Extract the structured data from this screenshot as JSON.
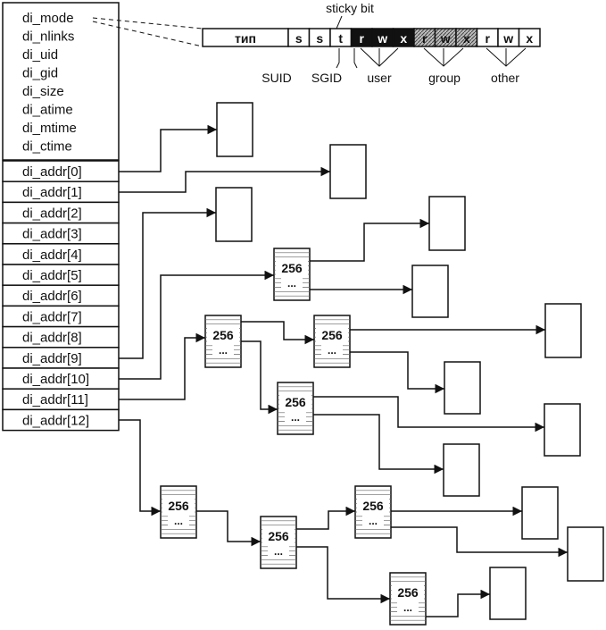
{
  "inode": {
    "fields": [
      "di_mode",
      "di_nlinks",
      "di_uid",
      "di_gid",
      "di_size",
      "di_atime",
      "di_mtime",
      "di_ctime"
    ],
    "addresses": [
      "di_addr[0]",
      "di_addr[1]",
      "di_addr[2]",
      "di_addr[3]",
      "di_addr[4]",
      "di_addr[5]",
      "di_addr[6]",
      "di_addr[7]",
      "di_addr[8]",
      "di_addr[9]",
      "di_addr[10]",
      "di_addr[11]",
      "di_addr[12]"
    ]
  },
  "mode_word": {
    "type_label": "тип",
    "special_bits": [
      "s",
      "s",
      "t"
    ],
    "user_bits": [
      "r",
      "w",
      "x"
    ],
    "group_bits": [
      "r",
      "w",
      "x"
    ],
    "other_bits": [
      "r",
      "w",
      "x"
    ],
    "labels": {
      "sticky": "sticky bit",
      "suid": "SUID",
      "sgid": "SGID",
      "user": "user",
      "group": "group",
      "other": "other"
    },
    "colors": {
      "user_fill": "#111111",
      "group_fill": "#9a9a9a",
      "other_fill": "#ffffff"
    }
  },
  "indirect_block": {
    "label": "256",
    "dots": "..."
  }
}
